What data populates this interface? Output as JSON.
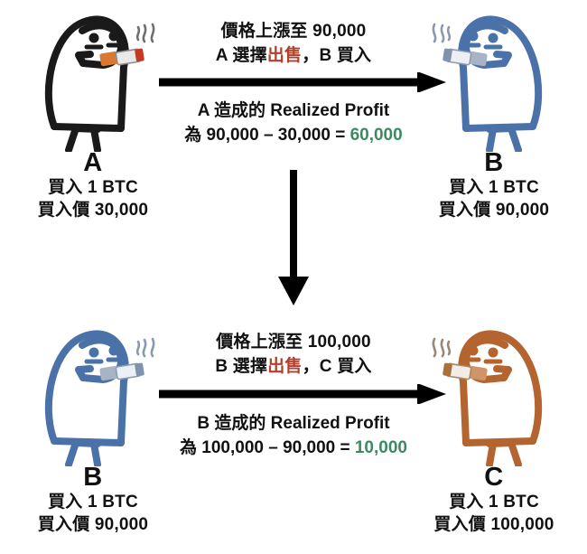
{
  "diagram": {
    "title_alt": "Realized Profit chain A to B to C",
    "colors": {
      "ink": "#111111",
      "sell_red": "#b2402b",
      "profit_green": "#3c8a61",
      "figure_a": "#1a1a1a",
      "figure_b": "#4a72a8",
      "figure_c": "#b3642f",
      "arrow": "#000000",
      "background": "#ffffff"
    }
  },
  "steps": [
    {
      "id": "step-1",
      "headline_line1": "價格上漲至 90,000",
      "headline_line2_prefix": "A 選擇",
      "headline_line2_action": "出售",
      "headline_line2_suffix": "，B 買入",
      "calc_line1": "A 造成的 Realized Profit",
      "calc_line2_prefix": "為 90,000 – 30,000 = ",
      "calc_line2_value": "60,000",
      "from": {
        "name": "A",
        "line1": "買入 1 BTC",
        "line2": "買入價 30,000",
        "color": "#1a1a1a",
        "facing": "right",
        "icon": "smoking-blob-character"
      },
      "to": {
        "name": "B",
        "line1": "買入 1 BTC",
        "line2": "買入價 90,000",
        "color": "#4a72a8",
        "facing": "left",
        "icon": "smoking-blob-character"
      }
    },
    {
      "id": "step-2",
      "headline_line1": "價格上漲至 100,000",
      "headline_line2_prefix": "B 選擇",
      "headline_line2_action": "出售",
      "headline_line2_suffix": "，C 買入",
      "calc_line1": "B 造成的 Realized Profit",
      "calc_line2_prefix": "為 100,000 – 90,000 = ",
      "calc_line2_value": "10,000",
      "from": {
        "name": "B",
        "line1": "買入 1 BTC",
        "line2": "買入價 90,000",
        "color": "#4a72a8",
        "facing": "right",
        "icon": "smoking-blob-character"
      },
      "to": {
        "name": "C",
        "line1": "買入 1 BTC",
        "line2": "買入價 100,000",
        "color": "#b3642f",
        "facing": "left",
        "icon": "smoking-blob-character"
      }
    }
  ]
}
